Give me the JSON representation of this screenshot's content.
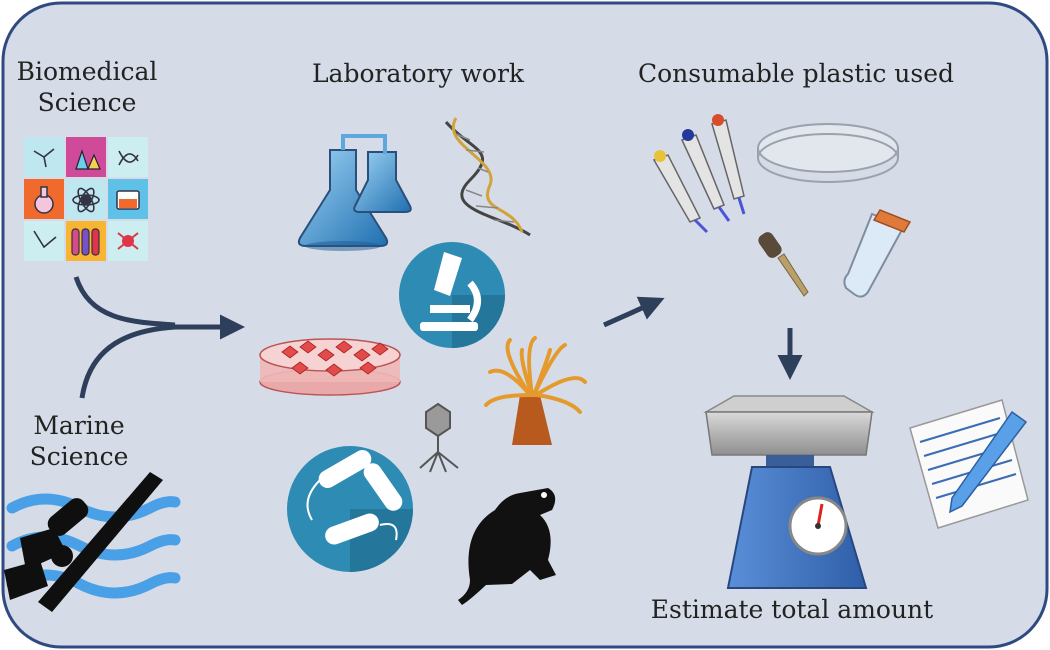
{
  "labels": {
    "biomedical_line1": "Biomedical",
    "biomedical_line2": "Science",
    "laboratory": "Laboratory work",
    "consumable": "Consumable plastic used",
    "marine_line1": "Marine",
    "marine_line2": "Science",
    "estimate": "Estimate total amount"
  },
  "colors": {
    "panel_fill": "#d6dce7",
    "panel_border": "#2f4a83",
    "arrow": "#2e3f5c",
    "flask_blue": "#3a8fd0",
    "microscope_badge": "#2e8bb3",
    "bacteria_badge": "#2e8bb3",
    "dish_red": "#e24b4b",
    "scale_blue": "#3f73c5",
    "tube_cap": "#e07a3c"
  },
  "icons": {
    "biomedical_grid": "science-icon-grid",
    "flasks": "flask-icon",
    "dna": "dna-helix-icon",
    "microscope": "microscope-icon",
    "petri_cells": "petri-dish-cells-icon",
    "anemone": "sea-anemone-icon",
    "phage": "bacteriophage-icon",
    "bacteria": "bacteria-icon",
    "rat": "rat-icon",
    "diver": "scuba-diver-icon",
    "pipettes": "pipette-icon",
    "petri_empty": "petri-dish-icon",
    "dropper": "dropper-icon",
    "tube": "falcon-tube-icon",
    "scale": "weighing-scale-icon",
    "notes": "notepad-pen-icon"
  }
}
